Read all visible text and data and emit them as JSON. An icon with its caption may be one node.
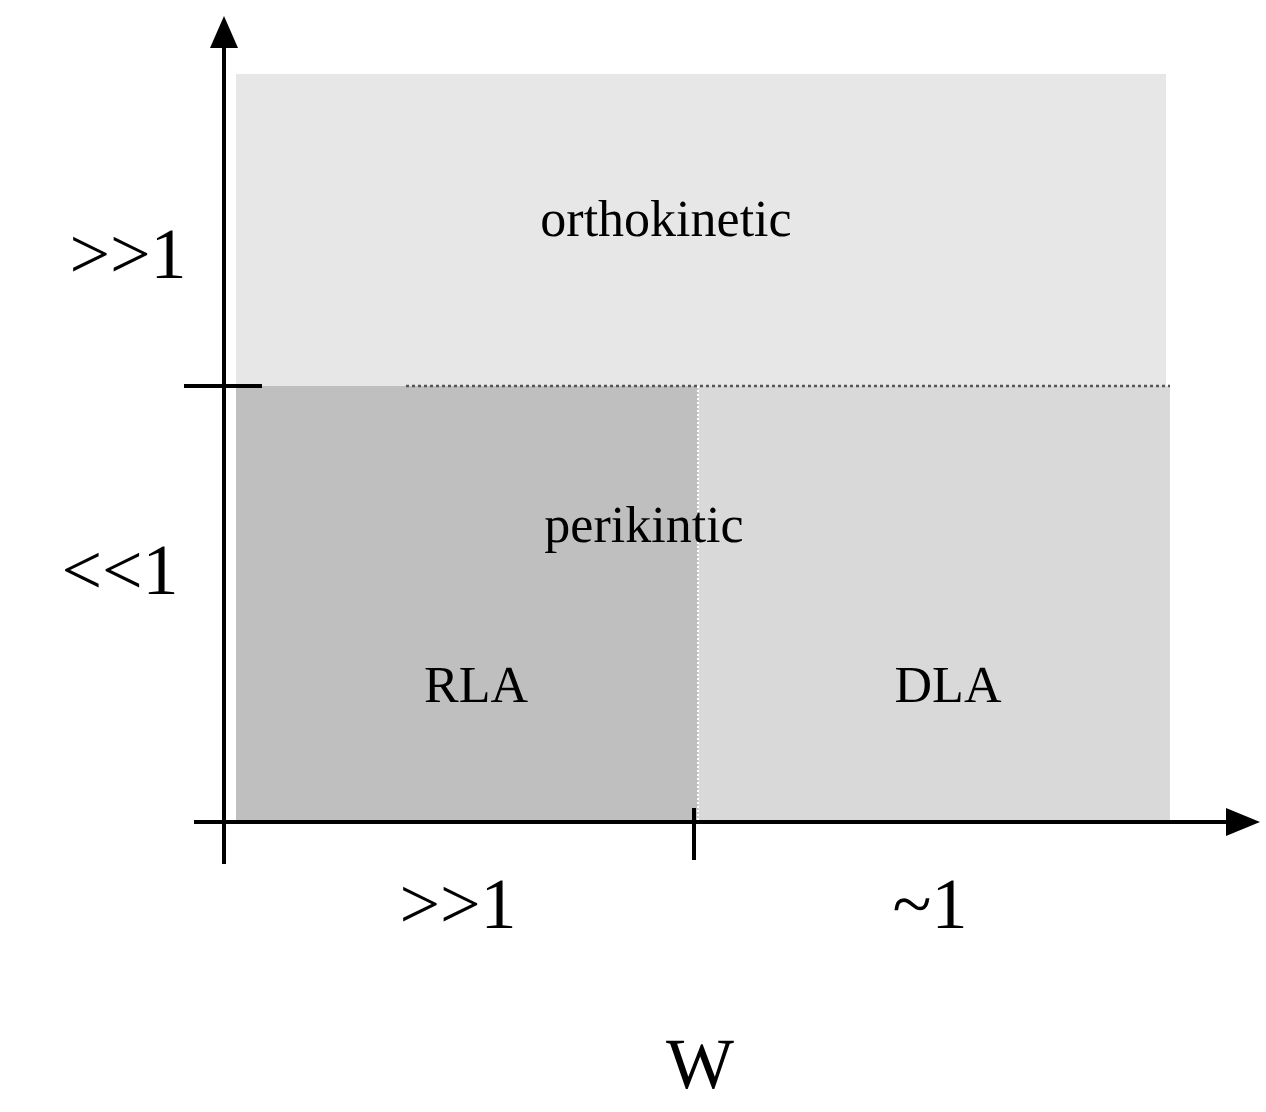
{
  "diagram": {
    "nodes": [
      {
        "text": [
          "orthokinetic"
        ]
      },
      {
        "text": [
          "perikintic"
        ]
      },
      {
        "text": [
          "RLA"
        ],
        "in": 1
      },
      {
        "text": [
          "DLA"
        ],
        "in": 1
      }
    ],
    "labels": [
      ">>1",
      "<<1",
      ">>1",
      "~1",
      "W"
    ]
  }
}
